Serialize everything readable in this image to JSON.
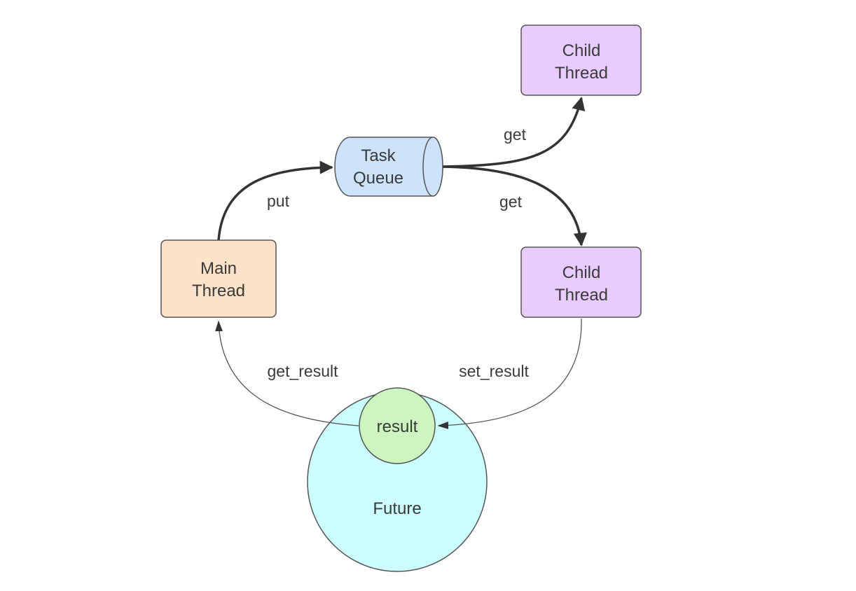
{
  "nodes": {
    "child_thread_top": {
      "line1": "Child",
      "line2": "Thread",
      "color": "#e8ccff"
    },
    "task_queue": {
      "line1": "Task",
      "line2": "Queue",
      "color": "#cde3fb"
    },
    "child_thread_bottom": {
      "line1": "Child",
      "line2": "Thread",
      "color": "#e8ccff"
    },
    "main_thread": {
      "line1": "Main",
      "line2": "Thread",
      "color": "#fbe2c8"
    },
    "future": {
      "label": "Future",
      "color": "#ccfdff"
    },
    "result": {
      "label": "result",
      "color": "#cdf5c0"
    }
  },
  "edges": {
    "put": "put",
    "get_top": "get",
    "get_bottom": "get",
    "get_result": "get_result",
    "set_result": "set_result"
  }
}
